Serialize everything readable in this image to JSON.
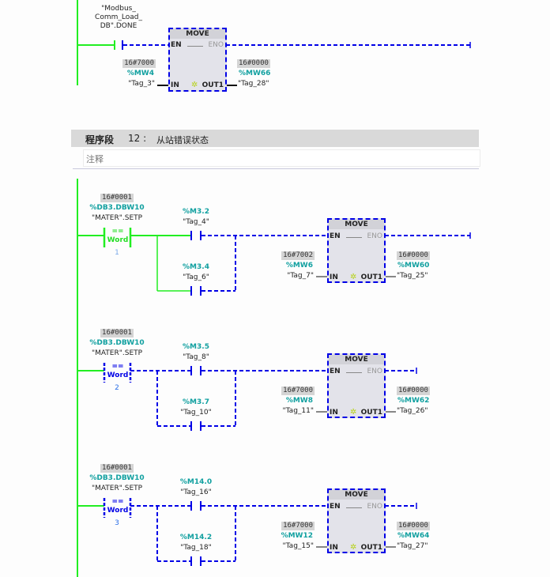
{
  "network11_tail": {
    "contact": {
      "symbol_lines": [
        "\"Modbus_",
        "Comm_Load_",
        "DB\".DONE"
      ]
    },
    "move": {
      "title": "MOVE",
      "en": "EN",
      "eno": "ENO",
      "in": "IN",
      "out": "OUT1",
      "in_value": "16#7000",
      "in_addr": "%MW4",
      "in_symbol": "\"Tag_3\"",
      "out_value": "16#0000",
      "out_addr": "%MW66",
      "out_symbol": "\"Tag_28\""
    }
  },
  "network12": {
    "label": "程序段",
    "number": "12 :",
    "title": "从站错误状态",
    "comment_placeholder": "注释",
    "rungs": [
      {
        "compare": {
          "value": "16#0001",
          "addr": "%DB3.DBW10",
          "symbol": "\"MATER\".SETP",
          "op": "==",
          "type": "Word",
          "operand": "1",
          "energized": true
        },
        "contact_a": {
          "addr": "%M3.2",
          "symbol": "\"Tag_4\""
        },
        "contact_b": {
          "addr": "%M3.4",
          "symbol": "\"Tag_6\""
        },
        "move": {
          "title": "MOVE",
          "en": "EN",
          "eno": "ENO",
          "in": "IN",
          "out": "OUT1",
          "in_value": "16#7002",
          "in_addr": "%MW6",
          "in_symbol": "\"Tag_7\"",
          "out_value": "16#0000",
          "out_addr": "%MW60",
          "out_symbol": "\"Tag_25\""
        }
      },
      {
        "compare": {
          "value": "16#0001",
          "addr": "%DB3.DBW10",
          "symbol": "\"MATER\".SETP",
          "op": "==",
          "type": "Word",
          "operand": "2",
          "energized": false
        },
        "contact_a": {
          "addr": "%M3.5",
          "symbol": "\"Tag_8\""
        },
        "contact_b": {
          "addr": "%M3.7",
          "symbol": "\"Tag_10\""
        },
        "move": {
          "title": "MOVE",
          "en": "EN",
          "eno": "ENO",
          "in": "IN",
          "out": "OUT1",
          "in_value": "16#7000",
          "in_addr": "%MW8",
          "in_symbol": "\"Tag_11\"",
          "out_value": "16#0000",
          "out_addr": "%MW62",
          "out_symbol": "\"Tag_26\""
        }
      },
      {
        "compare": {
          "value": "16#0001",
          "addr": "%DB3.DBW10",
          "symbol": "\"MATER\".SETP",
          "op": "==",
          "type": "Word",
          "operand": "3",
          "energized": false
        },
        "contact_a": {
          "addr": "%M14.0",
          "symbol": "\"Tag_16\""
        },
        "contact_b": {
          "addr": "%M14.2",
          "symbol": "\"Tag_18\""
        },
        "move": {
          "title": "MOVE",
          "en": "EN",
          "eno": "ENO",
          "in": "IN",
          "out": "OUT1",
          "in_value": "16#7000",
          "in_addr": "%MW12",
          "in_symbol": "\"Tag_15\"",
          "out_value": "16#0000",
          "out_addr": "%MW64",
          "out_symbol": "\"Tag_27\""
        }
      }
    ]
  },
  "colors": {
    "power_flow": "#22ee22",
    "no_flow": "#0000e6",
    "address": "#11a0a0",
    "header_bg": "#d9d9d9"
  }
}
